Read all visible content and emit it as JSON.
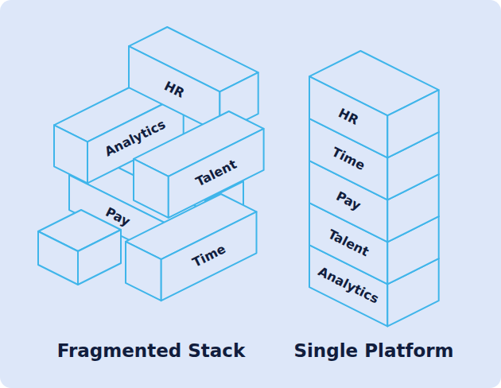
{
  "diagram": {
    "nodes": [
      {
        "text": [
          "HR"
        ]
      },
      {
        "text": [
          "Analytics"
        ]
      },
      {
        "text": [
          "Talent"
        ]
      },
      {
        "text": [
          "Pay"
        ]
      },
      {
        "text": [
          "Time"
        ]
      },
      {
        "text": [
          "HR"
        ]
      },
      {
        "text": [
          "Time"
        ]
      },
      {
        "text": [
          "Pay"
        ]
      },
      {
        "text": [
          "Talent"
        ]
      },
      {
        "text": [
          "Analytics"
        ]
      }
    ],
    "labels": [
      "Fragmented Stack",
      "Single Platform"
    ]
  }
}
